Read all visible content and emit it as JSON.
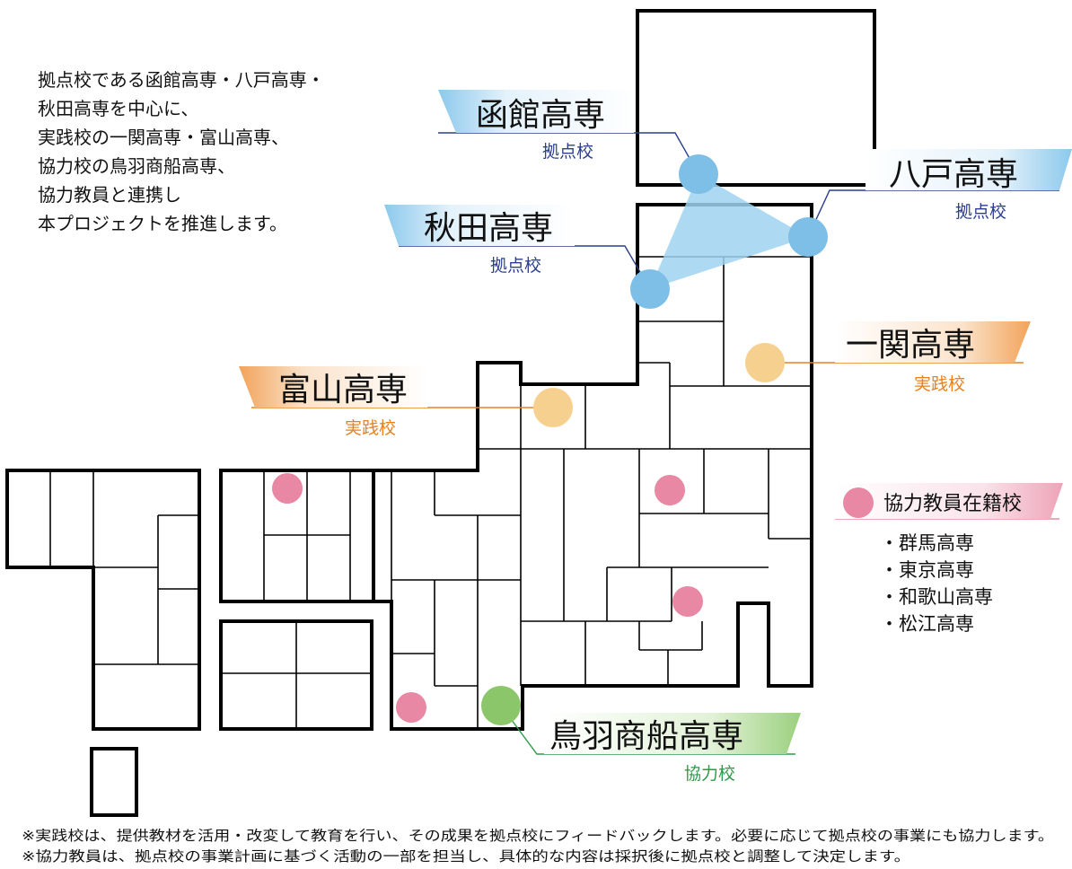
{
  "intro_lines": [
    "拠点校である函館高専・八戸高専・",
    "秋田高専を中心に、",
    "実践校の一関高専・富山高専、",
    "協力校の鳥羽商船高専、",
    "協力教員と連携し",
    "本プロジェクトを推進します。"
  ],
  "schools": {
    "hakodate": {
      "name": "函館高専",
      "role": "拠点校"
    },
    "hachinohe": {
      "name": "八戸高専",
      "role": "拠点校"
    },
    "akita": {
      "name": "秋田高専",
      "role": "拠点校"
    },
    "ichinoseki": {
      "name": "一関高専",
      "role": "実践校"
    },
    "toyama": {
      "name": "富山高専",
      "role": "実践校"
    },
    "toba": {
      "name": "鳥羽商船高専",
      "role": "協力校"
    }
  },
  "legend": {
    "title": "協力教員在籍校",
    "items": [
      "・群馬高専",
      "・東京高専",
      "・和歌山高専",
      "・松江高専"
    ]
  },
  "footnotes": [
    "※実践校は、提供教材を活用・改変して教育を行い、その成果を拠点校にフィードバックします。必要に応じて拠点校の事業にも協力します。",
    "※協力教員は、拠点校の事業計画に基づく活動の一部を担当し、具体的な内容は採択後に拠点校と調整して決定します。"
  ],
  "colors": {
    "base": "#7dbfe6",
    "base_text": "#2b3f8c",
    "practice": "#f6d08f",
    "practice_text": "#e8801e",
    "cooperating": "#8cc66a",
    "cooperating_text": "#2e9a4a",
    "teacher": "#e888a4",
    "teacher_text": "#d0708c",
    "map_stroke": "#000000"
  },
  "icons": {
    "base_marker": "circle",
    "practice_marker": "circle",
    "cooperating_marker": "circle",
    "teacher_marker": "circle"
  }
}
